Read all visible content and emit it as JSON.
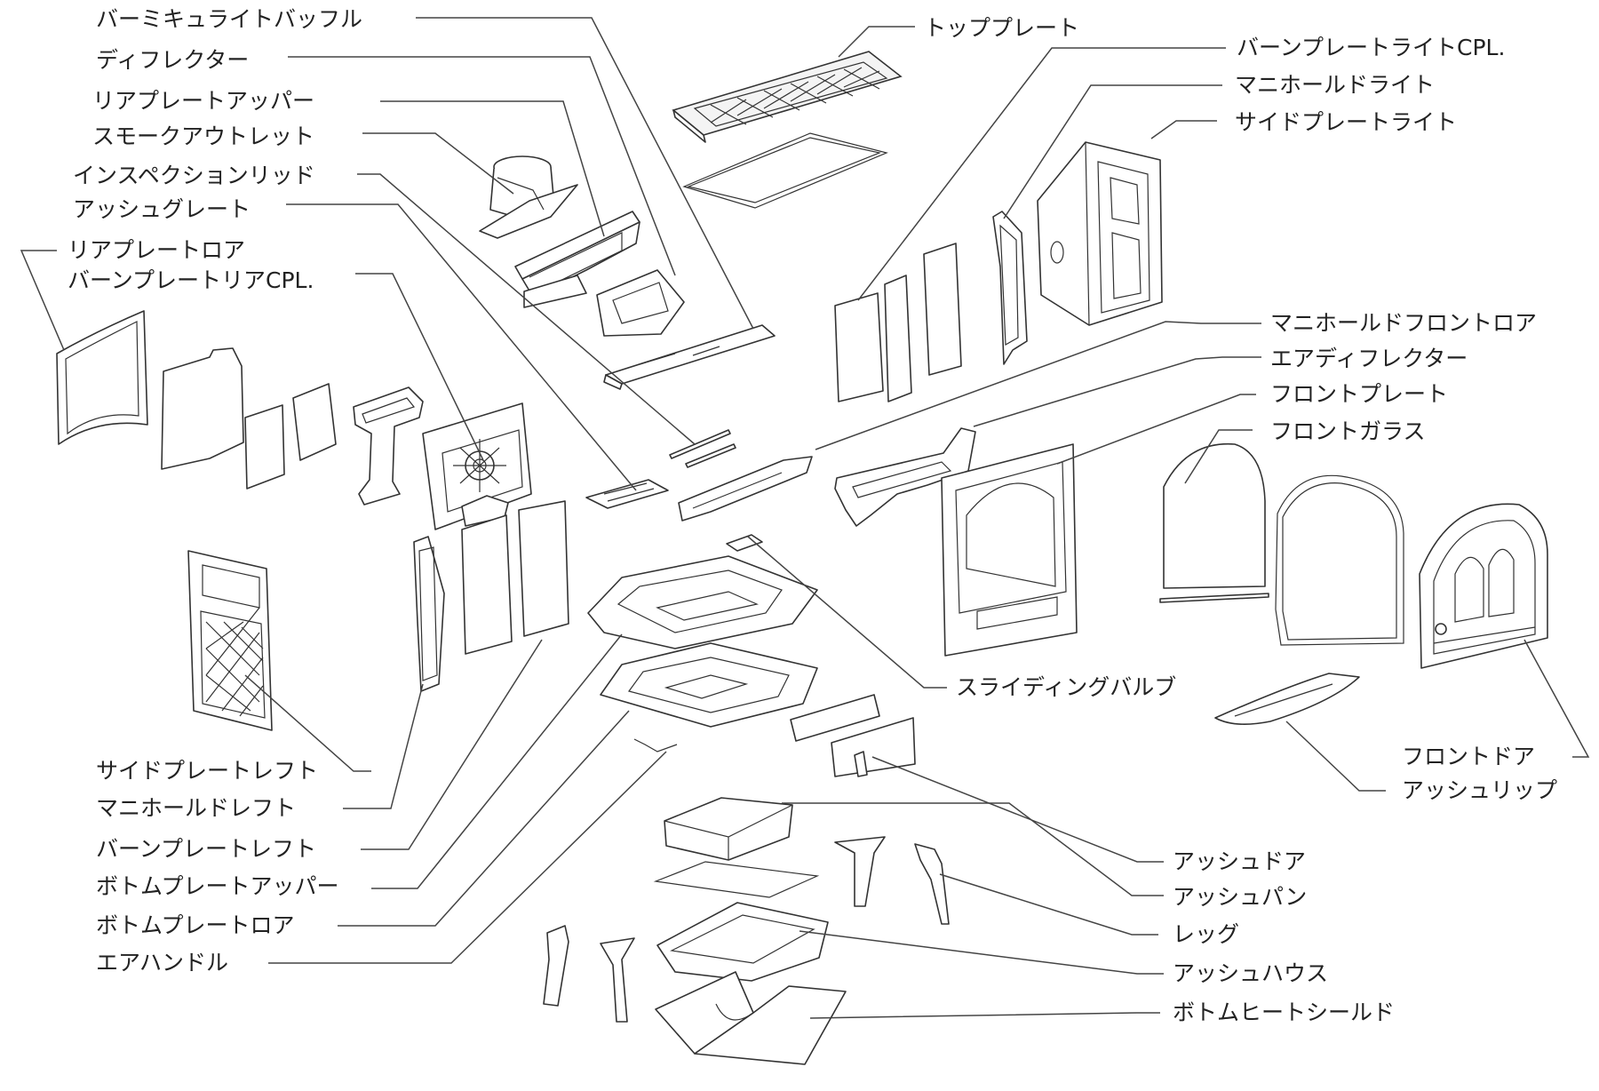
{
  "diagram": {
    "labels": [
      {
        "id": "vermiculite-baffle",
        "text": "バーミキュライトバッフル"
      },
      {
        "id": "deflector",
        "text": "ディフレクター"
      },
      {
        "id": "rear-plate-upper",
        "text": "リアプレートアッパー"
      },
      {
        "id": "smoke-outlet",
        "text": "スモークアウトレット"
      },
      {
        "id": "inspection-lid",
        "text": "インスペクションリッド"
      },
      {
        "id": "ash-grate",
        "text": "アッシュグレート"
      },
      {
        "id": "rear-plate-lower",
        "text": "リアプレートロア"
      },
      {
        "id": "burn-plate-rear-cpl",
        "text": "バーンプレートリアCPL."
      },
      {
        "id": "top-plate",
        "text": "トッププレート"
      },
      {
        "id": "burn-plate-right-cpl",
        "text": "バーンプレートライトCPL."
      },
      {
        "id": "manifold-right",
        "text": "マニホールドライト"
      },
      {
        "id": "side-plate-right",
        "text": "サイドプレートライト"
      },
      {
        "id": "manifold-front-lower",
        "text": "マニホールドフロントロア"
      },
      {
        "id": "air-deflector",
        "text": "エアディフレクター"
      },
      {
        "id": "front-plate",
        "text": "フロントプレート"
      },
      {
        "id": "front-glass",
        "text": "フロントガラス"
      },
      {
        "id": "sliding-valve",
        "text": "スライディングバルブ"
      },
      {
        "id": "front-door",
        "text": "フロントドア"
      },
      {
        "id": "ash-lip",
        "text": "アッシュリップ"
      },
      {
        "id": "side-plate-left",
        "text": "サイドプレートレフト"
      },
      {
        "id": "manifold-left",
        "text": "マニホールドレフト"
      },
      {
        "id": "burn-plate-left",
        "text": "バーンプレートレフト"
      },
      {
        "id": "bottom-plate-upper",
        "text": "ボトムプレートアッパー"
      },
      {
        "id": "bottom-plate-lower",
        "text": "ボトムプレートロア"
      },
      {
        "id": "air-handle",
        "text": "エアハンドル"
      },
      {
        "id": "ash-door",
        "text": "アッシュドア"
      },
      {
        "id": "ash-pan",
        "text": "アッシュパン"
      },
      {
        "id": "leg",
        "text": "レッグ"
      },
      {
        "id": "ash-house",
        "text": "アッシュハウス"
      },
      {
        "id": "bottom-heat-shield",
        "text": "ボトムヒートシールド"
      }
    ]
  }
}
